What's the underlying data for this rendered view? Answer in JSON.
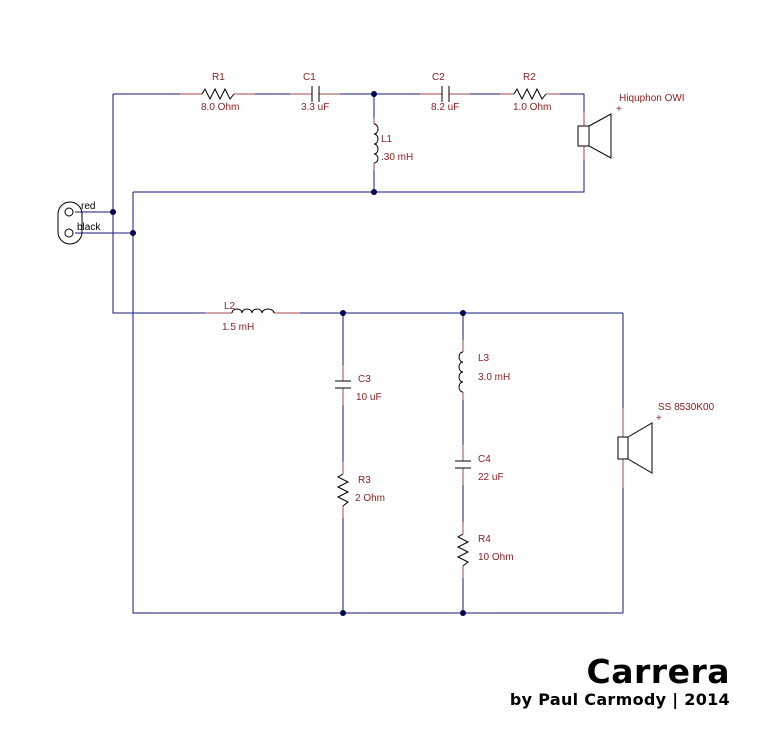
{
  "connector": {
    "pos_label": "red",
    "neg_label": "black"
  },
  "components": {
    "r1": {
      "ref": "R1",
      "value": "8.0 Ohm"
    },
    "c1": {
      "ref": "C1",
      "value": "3.3 uF"
    },
    "l1": {
      "ref": "L1",
      "value": ".30 mH"
    },
    "c2": {
      "ref": "C2",
      "value": "8.2 uF"
    },
    "r2": {
      "ref": "R2",
      "value": "1.0 Ohm"
    },
    "l2": {
      "ref": "L2",
      "value": "1.5 mH"
    },
    "c3": {
      "ref": "C3",
      "value": "10 uF"
    },
    "r3": {
      "ref": "R3",
      "value": "2 Ohm"
    },
    "l3": {
      "ref": "L3",
      "value": "3.0 mH"
    },
    "c4": {
      "ref": "C4",
      "value": "22 uF"
    },
    "r4": {
      "ref": "R4",
      "value": "10 Ohm"
    }
  },
  "speakers": {
    "tweeter": {
      "name": "Hiquphon OWI",
      "polarity": "+"
    },
    "woofer": {
      "name": "SS 8530K00",
      "polarity": "+"
    }
  },
  "title": "Carrera",
  "subtitle": "by Paul Carmody | 2014"
}
